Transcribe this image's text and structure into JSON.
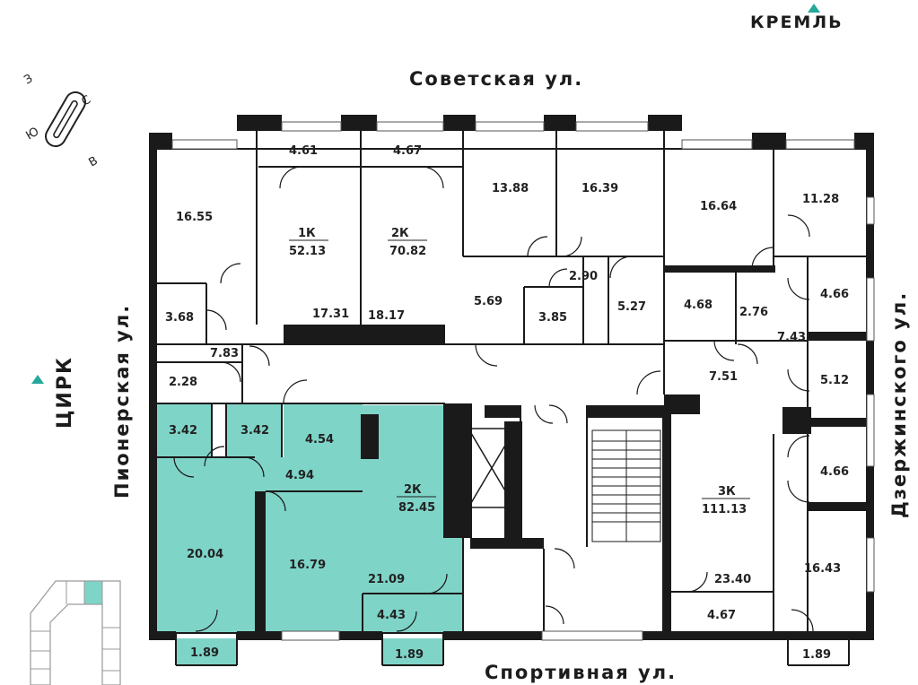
{
  "streets": {
    "north": "Советская ул.",
    "south": "Спортивная ул.",
    "west": "Пионерская ул.",
    "east": "Дзержинского ул."
  },
  "landmarks": {
    "kremlin": "КРЕМЛЬ",
    "circus": "ЦИРК"
  },
  "compass": {
    "n": "С",
    "e": "В",
    "s": "Ю",
    "w": "З"
  },
  "colors": {
    "highlight": "#7fd4c8",
    "wall": "#1a1a1a",
    "accent": "#25a89a"
  },
  "apartments": {
    "a1k": {
      "type": "1К",
      "area": "52.13"
    },
    "a2k_top": {
      "type": "2К",
      "area": "70.82"
    },
    "a3k": {
      "type": "3К",
      "area": "111.13"
    },
    "a2k_sel": {
      "type": "2К",
      "area": "82.45"
    }
  },
  "rooms": {
    "r1": "16.55",
    "r2": "4.61",
    "r3": "4.67",
    "r4": "13.88",
    "r5": "16.39",
    "r6": "16.64",
    "r7": "11.28",
    "r8": "3.68",
    "r9": "17.31",
    "r10": "18.17",
    "r11": "5.69",
    "r12": "2.90",
    "r13": "3.85",
    "r14": "5.27",
    "r15": "4.68",
    "r16": "2.76",
    "r17": "4.66",
    "r18": "7.83",
    "r19": "7.43",
    "r20": "2.28",
    "r21": "7.51",
    "r22": "5.12",
    "r23": "3.42",
    "r24": "3.42",
    "r25": "4.54",
    "r26": "4.94",
    "r27": "4.66",
    "r28": "20.04",
    "r29": "16.79",
    "r30": "21.09",
    "r31": "23.40",
    "r32": "16.43",
    "r33": "4.43",
    "r34": "4.67",
    "r35": "1.89",
    "r36": "1.89",
    "r37": "1.89"
  }
}
